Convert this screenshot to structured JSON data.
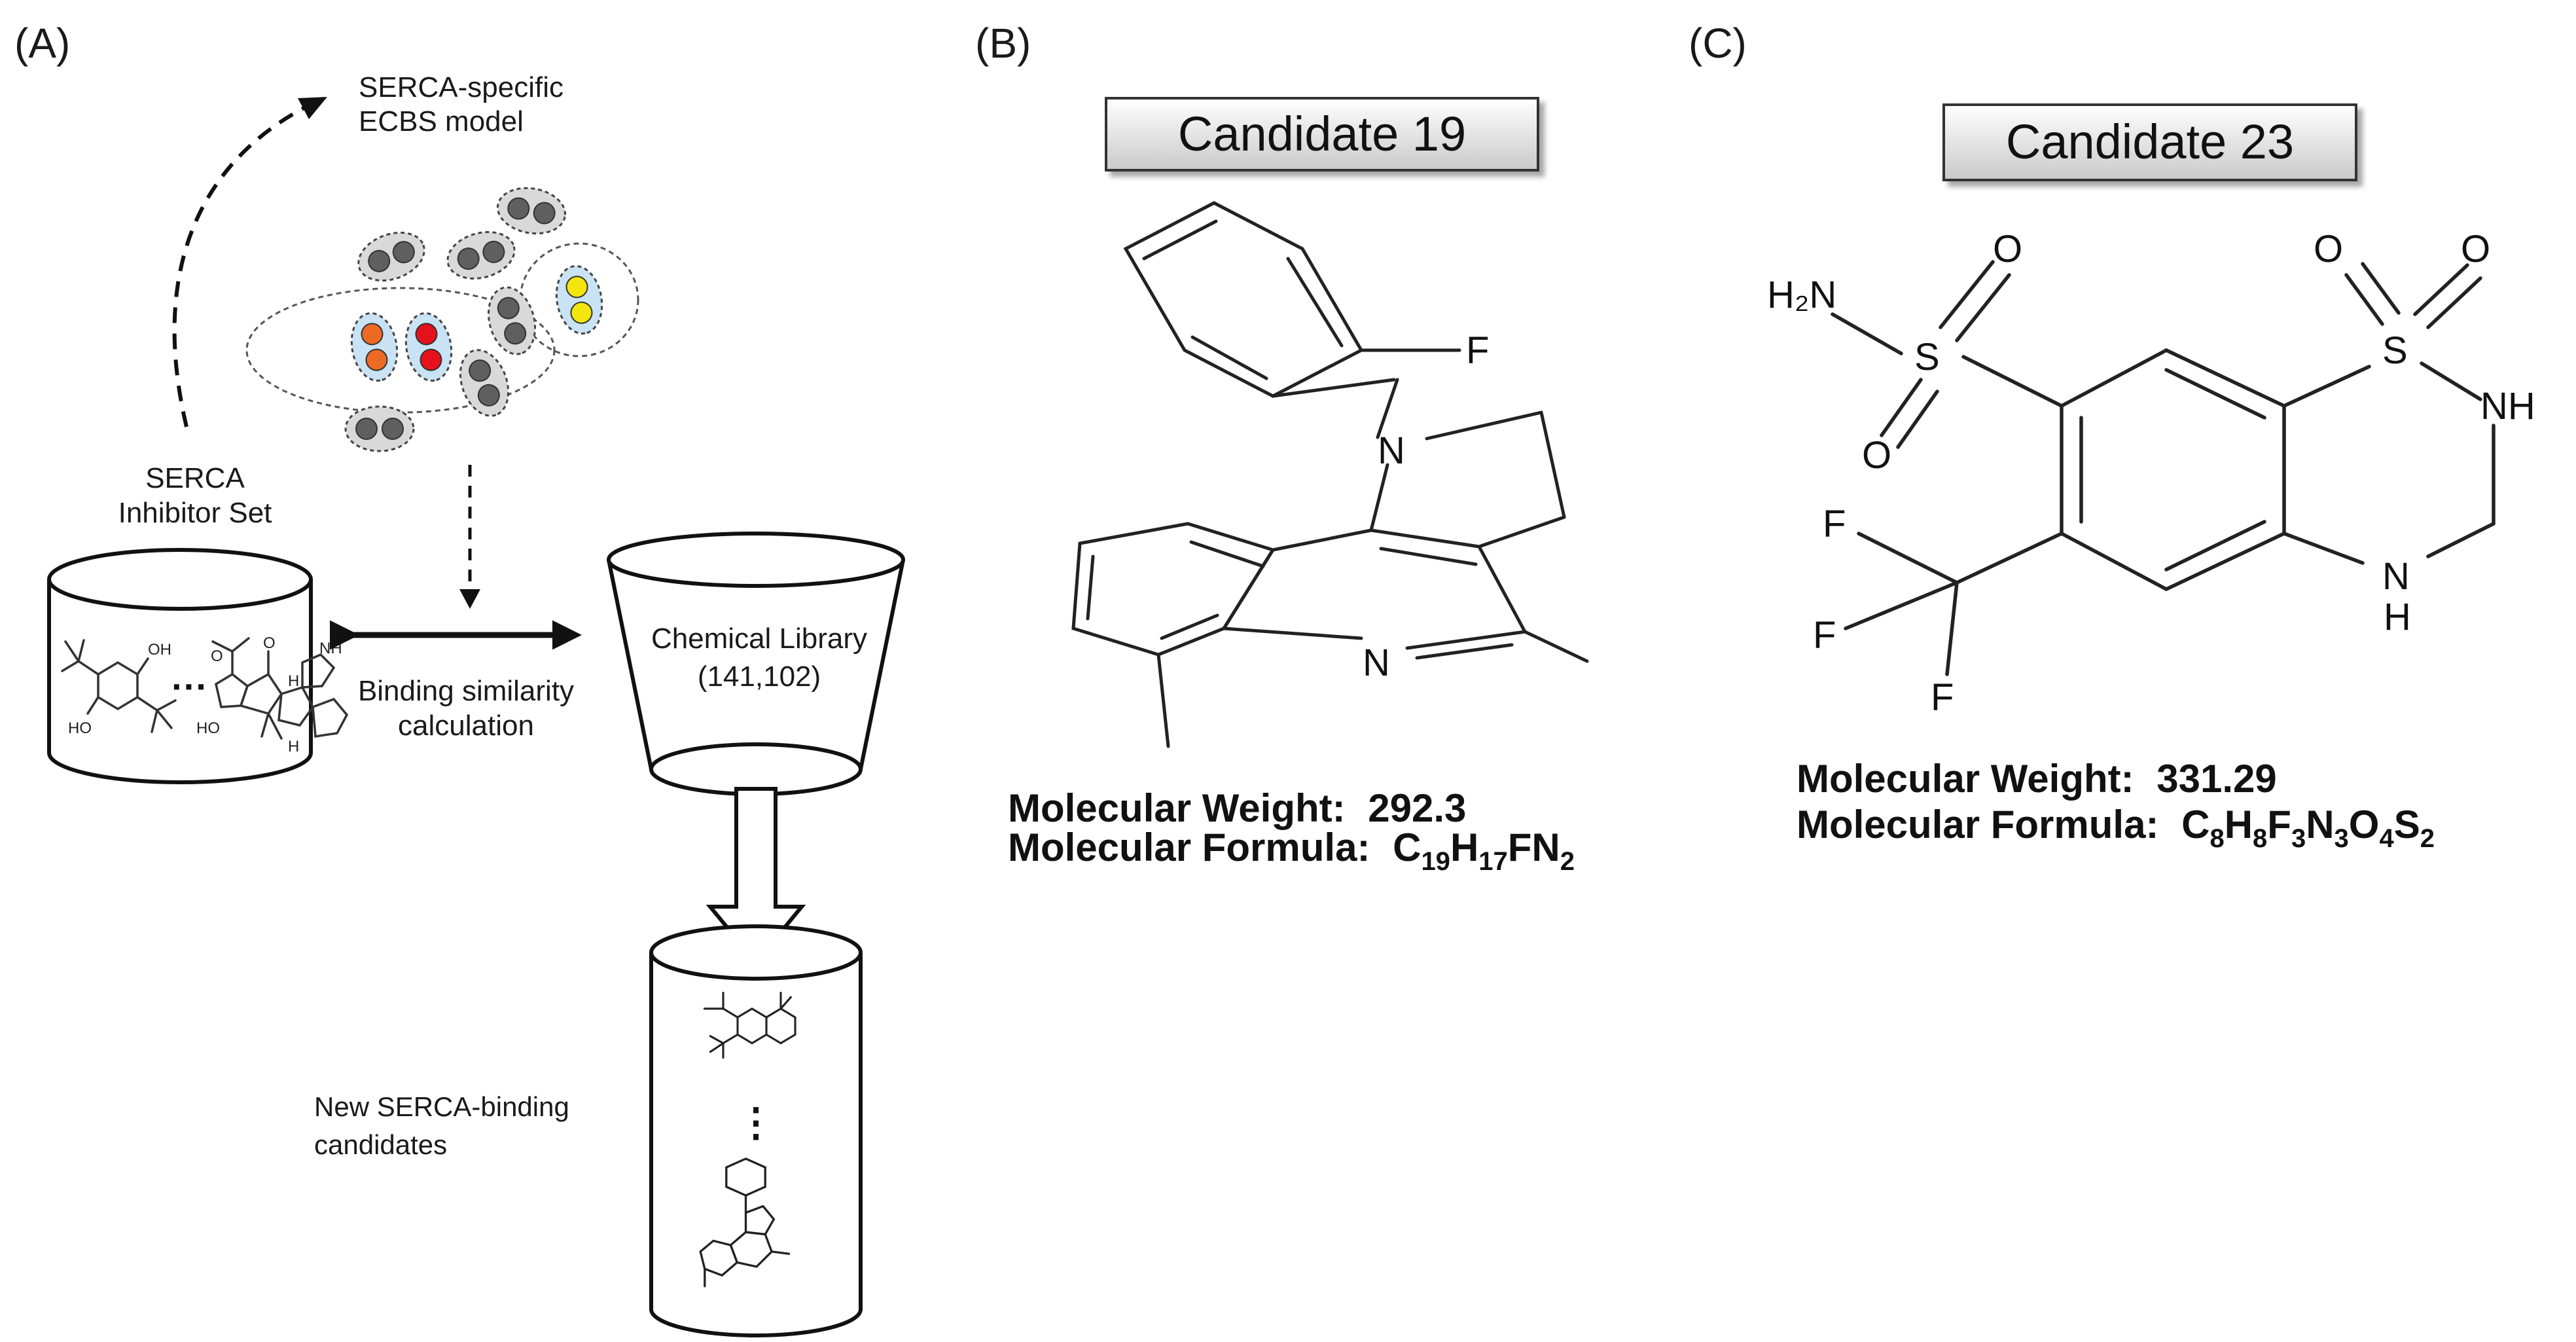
{
  "panels": {
    "a": "(A)",
    "b": "(B)",
    "c": "(C)"
  },
  "panel_a": {
    "model_label_line1": "SERCA-specific",
    "model_label_line2": "ECBS model",
    "inhibitor_set_line1": "SERCA",
    "inhibitor_set_line2": "Inhibitor  Set",
    "library_line1": "Chemical Library",
    "library_line2": "(141,102)",
    "similarity_line1": "Binding  similarity",
    "similarity_line2": "calculation",
    "candidates_line1": "New  SERCA-binding",
    "candidates_line2": "candidates",
    "ellipsis": "···",
    "vertical_ellipsis": "⋮",
    "cluster_colors": {
      "gray": "#5f5f5f",
      "orange": "#ec6a24",
      "red": "#e5111b",
      "yellow": "#f4e50e",
      "halo": "#c9e3f5"
    }
  },
  "panel_b": {
    "title": "Candidate 19",
    "atoms": {
      "f": "F",
      "n1": "N",
      "n2": "N"
    },
    "mw_label": "Molecular Weight:",
    "mw_value": "292.3",
    "mf_label": "Molecular Formula:",
    "mf_formula": [
      "C",
      "19",
      "H",
      "17",
      "FN",
      "2"
    ]
  },
  "panel_c": {
    "title": "Candidate 23",
    "atoms": {
      "h2n": "H₂N",
      "s1": "S",
      "s2": "S",
      "o": "O",
      "nh": "NH",
      "n": "N",
      "h": "H",
      "f": "F"
    },
    "mw_label": "Molecular Weight:",
    "mw_value": "331.29",
    "mf_label": "Molecular Formula:",
    "mf_formula": [
      "C",
      "8",
      "H",
      "8",
      "F",
      "3",
      "N",
      "3",
      "O",
      "4",
      "S",
      "2"
    ]
  }
}
